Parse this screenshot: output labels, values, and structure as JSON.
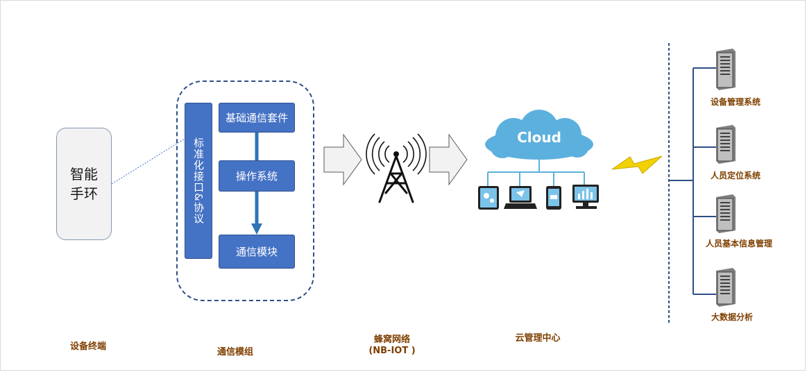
{
  "device": {
    "label": "智能手环",
    "caption": "设备终端"
  },
  "module": {
    "interface_label": "标准化接口&协议",
    "box1": "基础通信套件",
    "box2": "操作系统",
    "box3": "通信模块",
    "caption": "通信模组"
  },
  "network": {
    "caption": "蜂窝网络",
    "subcaption": "(NB-IOT )"
  },
  "cloud": {
    "title": "Cloud",
    "caption": "云管理中心"
  },
  "servers": [
    {
      "label": "设备管理系统"
    },
    {
      "label": "人员定位系统"
    },
    {
      "label": "人员基本信息管理"
    },
    {
      "label": "大数据分析"
    }
  ],
  "colors": {
    "module_blue": "#4472c4",
    "dash_blue": "#2e4f86",
    "caption_brown": "#7f3f00",
    "cloud_blue": "#5cb0dd",
    "lightning_yellow": "#f2d100"
  }
}
